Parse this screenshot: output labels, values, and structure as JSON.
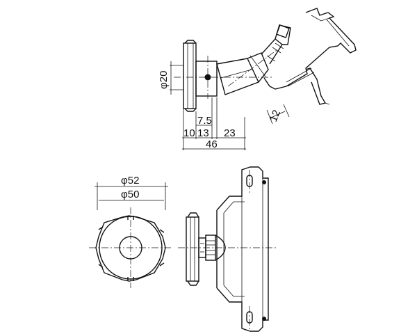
{
  "dimensions": {
    "phi20": "φ20",
    "d7_5": "7.5",
    "d10": "10",
    "d13": "13",
    "d23": "23",
    "d46": "46",
    "d12": "12",
    "phi52": "φ52",
    "phi50": "φ50"
  },
  "icons": {
    "symbol": "diameter-symbol"
  }
}
